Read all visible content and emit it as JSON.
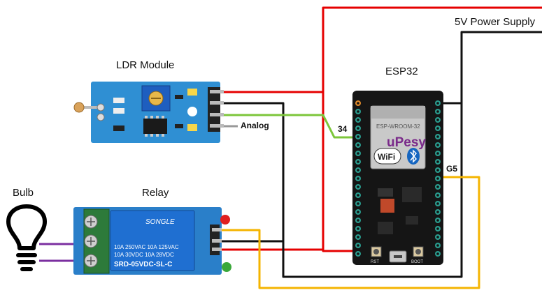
{
  "labels": {
    "power_supply": "5V Power Supply",
    "ldr_module": "LDR Module",
    "esp32": "ESP32",
    "bulb": "Bulb",
    "relay": "Relay",
    "analog": "Analog",
    "pin_34": "34",
    "pin_g5": "G5"
  },
  "esp32_board": {
    "module_text": "ESP-WROOM-32",
    "brand": "uPesy",
    "wifi": "WiFi",
    "btn_rst": "RST",
    "btn_boot": "BOOT"
  },
  "relay_board": {
    "brand": "SONGLE",
    "spec_1": "10A 250VAC  10A 125VAC",
    "spec_2": "10A  30VDC  10A  28VDC",
    "model": "SRD-05VDC-SL-C"
  },
  "colors": {
    "power_wire": "#e60000",
    "ground_wire": "#111111",
    "analog_wire": "#7cc63a",
    "signal_wire": "#f4b400",
    "bulb_wire": "#7b2fa0",
    "ldr_pcb": "#2f8fd3",
    "relay_pcb": "#2a7fc9",
    "esp_pcb": "#151515"
  }
}
